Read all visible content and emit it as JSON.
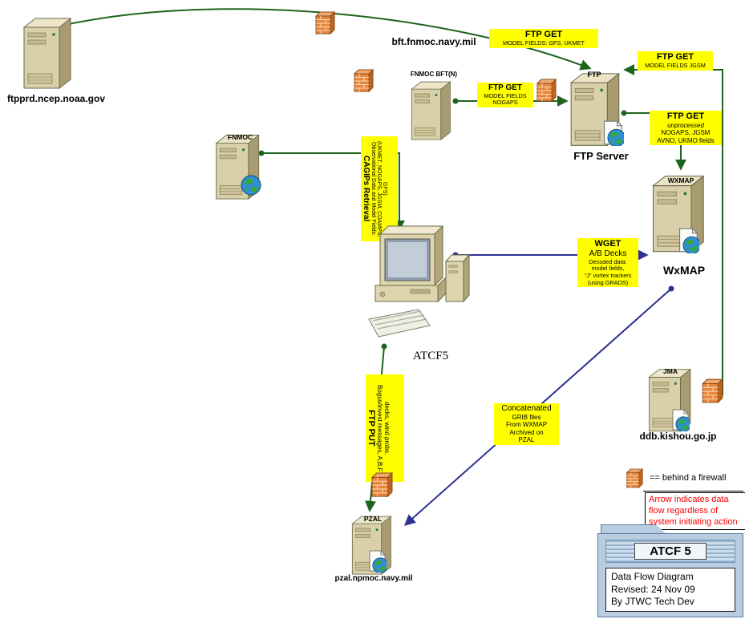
{
  "nodes": {
    "ftpprd": {
      "caption": "ftpprd.ncep.noaa.gov"
    },
    "bft": {
      "caption": "bft.fnmoc.navy.mil"
    },
    "fnmoc_bft": {
      "name": "FNMOC BFT(N)"
    },
    "ftp": {
      "name": "FTP",
      "caption": "FTP Server"
    },
    "fnmoc": {
      "name": "FNMOC"
    },
    "atcf5": {
      "caption": "ATCF5"
    },
    "wxmap": {
      "name": "WXMAP",
      "caption": "WxMAP"
    },
    "jma": {
      "name": "JMA",
      "caption": "ddb.kishou.go.jp"
    },
    "pzal": {
      "name": "PZAL",
      "caption": "pzal.npmoc.navy.mil"
    }
  },
  "flows": {
    "ftp_get_gfs": {
      "title": "FTP GET",
      "line1": "MODEL FIELDS: GFS, UKMET"
    },
    "ftp_get_nogaps": {
      "title": "FTP GET",
      "line1": "MODEL FIELDS",
      "line2": "NOGAPS"
    },
    "ftp_get_jgsm": {
      "title": "FTP GET",
      "line1": "MODEL FIELDS JGSM"
    },
    "ftp_get_unprocessed": {
      "title": "FTP GET",
      "line1": "unprocessed",
      "line2": "NOGAPS, JGSM",
      "line3": "AVNO, UKMO fields"
    },
    "cagips": {
      "title": "CAGIPs Retrieval",
      "body": "Observational Data and Model Fields: (UKMET, NOGAPS, JGSM, COAMPS, GFS)"
    },
    "wget": {
      "title": "WGET",
      "subtitle": "A/B Decks",
      "line1": "Decoded data:",
      "line2": "model fields,",
      "line3": "\"J\" vortex trackers",
      "line4": "(using GRADS)"
    },
    "ftp_put": {
      "title": "FTP PUT",
      "body": "Bogus/invest messages, A,B,F decks, wind probs."
    },
    "concatenated": {
      "line1": "Concatenated",
      "line2": "GRIB files",
      "line3": "From WXMAP",
      "line4": "Archived on",
      "line5": "PZAL"
    }
  },
  "legend": {
    "firewall_text": "== behind a firewall",
    "note_line1": "Arrow indicates data",
    "note_line2": "flow regardless of",
    "note_line3": "system initiating action"
  },
  "stamp": {
    "title": "ATCF 5",
    "line1": "Data Flow Diagram",
    "line2": "Revised: 24 Nov 09",
    "line3": "By JTWC Tech Dev"
  },
  "colors": {
    "flow_green": "#1e641e",
    "flow_blue": "#2e3192",
    "label_yellow": "#ffff00",
    "note_red": "#ff0000"
  }
}
